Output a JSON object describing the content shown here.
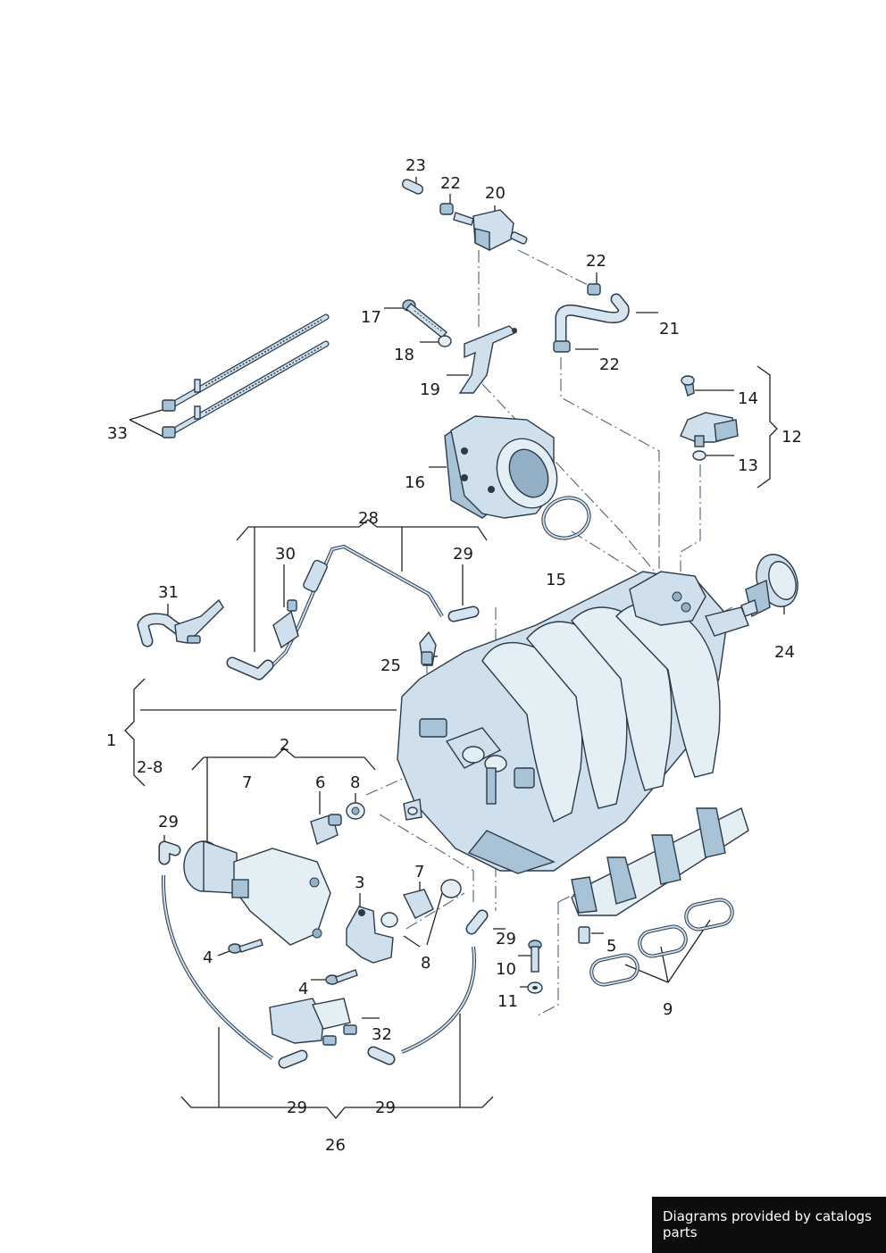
{
  "labels": [
    {
      "id": "23",
      "text": "23"
    },
    {
      "id": "22a",
      "text": "22"
    },
    {
      "id": "20",
      "text": "20"
    },
    {
      "id": "22b",
      "text": "22"
    },
    {
      "id": "17",
      "text": "17"
    },
    {
      "id": "21",
      "text": "21"
    },
    {
      "id": "18",
      "text": "18"
    },
    {
      "id": "22c",
      "text": "22"
    },
    {
      "id": "19",
      "text": "19"
    },
    {
      "id": "14",
      "text": "14"
    },
    {
      "id": "33",
      "text": "33"
    },
    {
      "id": "12",
      "text": "12"
    },
    {
      "id": "16",
      "text": "16"
    },
    {
      "id": "13",
      "text": "13"
    },
    {
      "id": "28",
      "text": "28"
    },
    {
      "id": "30",
      "text": "30"
    },
    {
      "id": "29a",
      "text": "29"
    },
    {
      "id": "15",
      "text": "15"
    },
    {
      "id": "31",
      "text": "31"
    },
    {
      "id": "24",
      "text": "24"
    },
    {
      "id": "25",
      "text": "25"
    },
    {
      "id": "1",
      "text": "1"
    },
    {
      "id": "2",
      "text": "2"
    },
    {
      "id": "2-8",
      "text": "2-8"
    },
    {
      "id": "7a",
      "text": "7"
    },
    {
      "id": "6",
      "text": "6"
    },
    {
      "id": "8a",
      "text": "8"
    },
    {
      "id": "29b",
      "text": "29"
    },
    {
      "id": "7b",
      "text": "7"
    },
    {
      "id": "3",
      "text": "3"
    },
    {
      "id": "5",
      "text": "5"
    },
    {
      "id": "29c",
      "text": "29"
    },
    {
      "id": "4a",
      "text": "4"
    },
    {
      "id": "8b",
      "text": "8"
    },
    {
      "id": "10",
      "text": "10"
    },
    {
      "id": "4b",
      "text": "4"
    },
    {
      "id": "11",
      "text": "11"
    },
    {
      "id": "9",
      "text": "9"
    },
    {
      "id": "32",
      "text": "32"
    },
    {
      "id": "29d",
      "text": "29"
    },
    {
      "id": "29e",
      "text": "29"
    },
    {
      "id": "26",
      "text": "26"
    }
  ],
  "credit": "Diagrams provided by catalogs parts",
  "colors": {
    "part_fill": "#cfe0ec",
    "part_shadow": "#a9c3d6",
    "outline": "#2b3a4a",
    "credit_bg": "#0d0d0d"
  }
}
